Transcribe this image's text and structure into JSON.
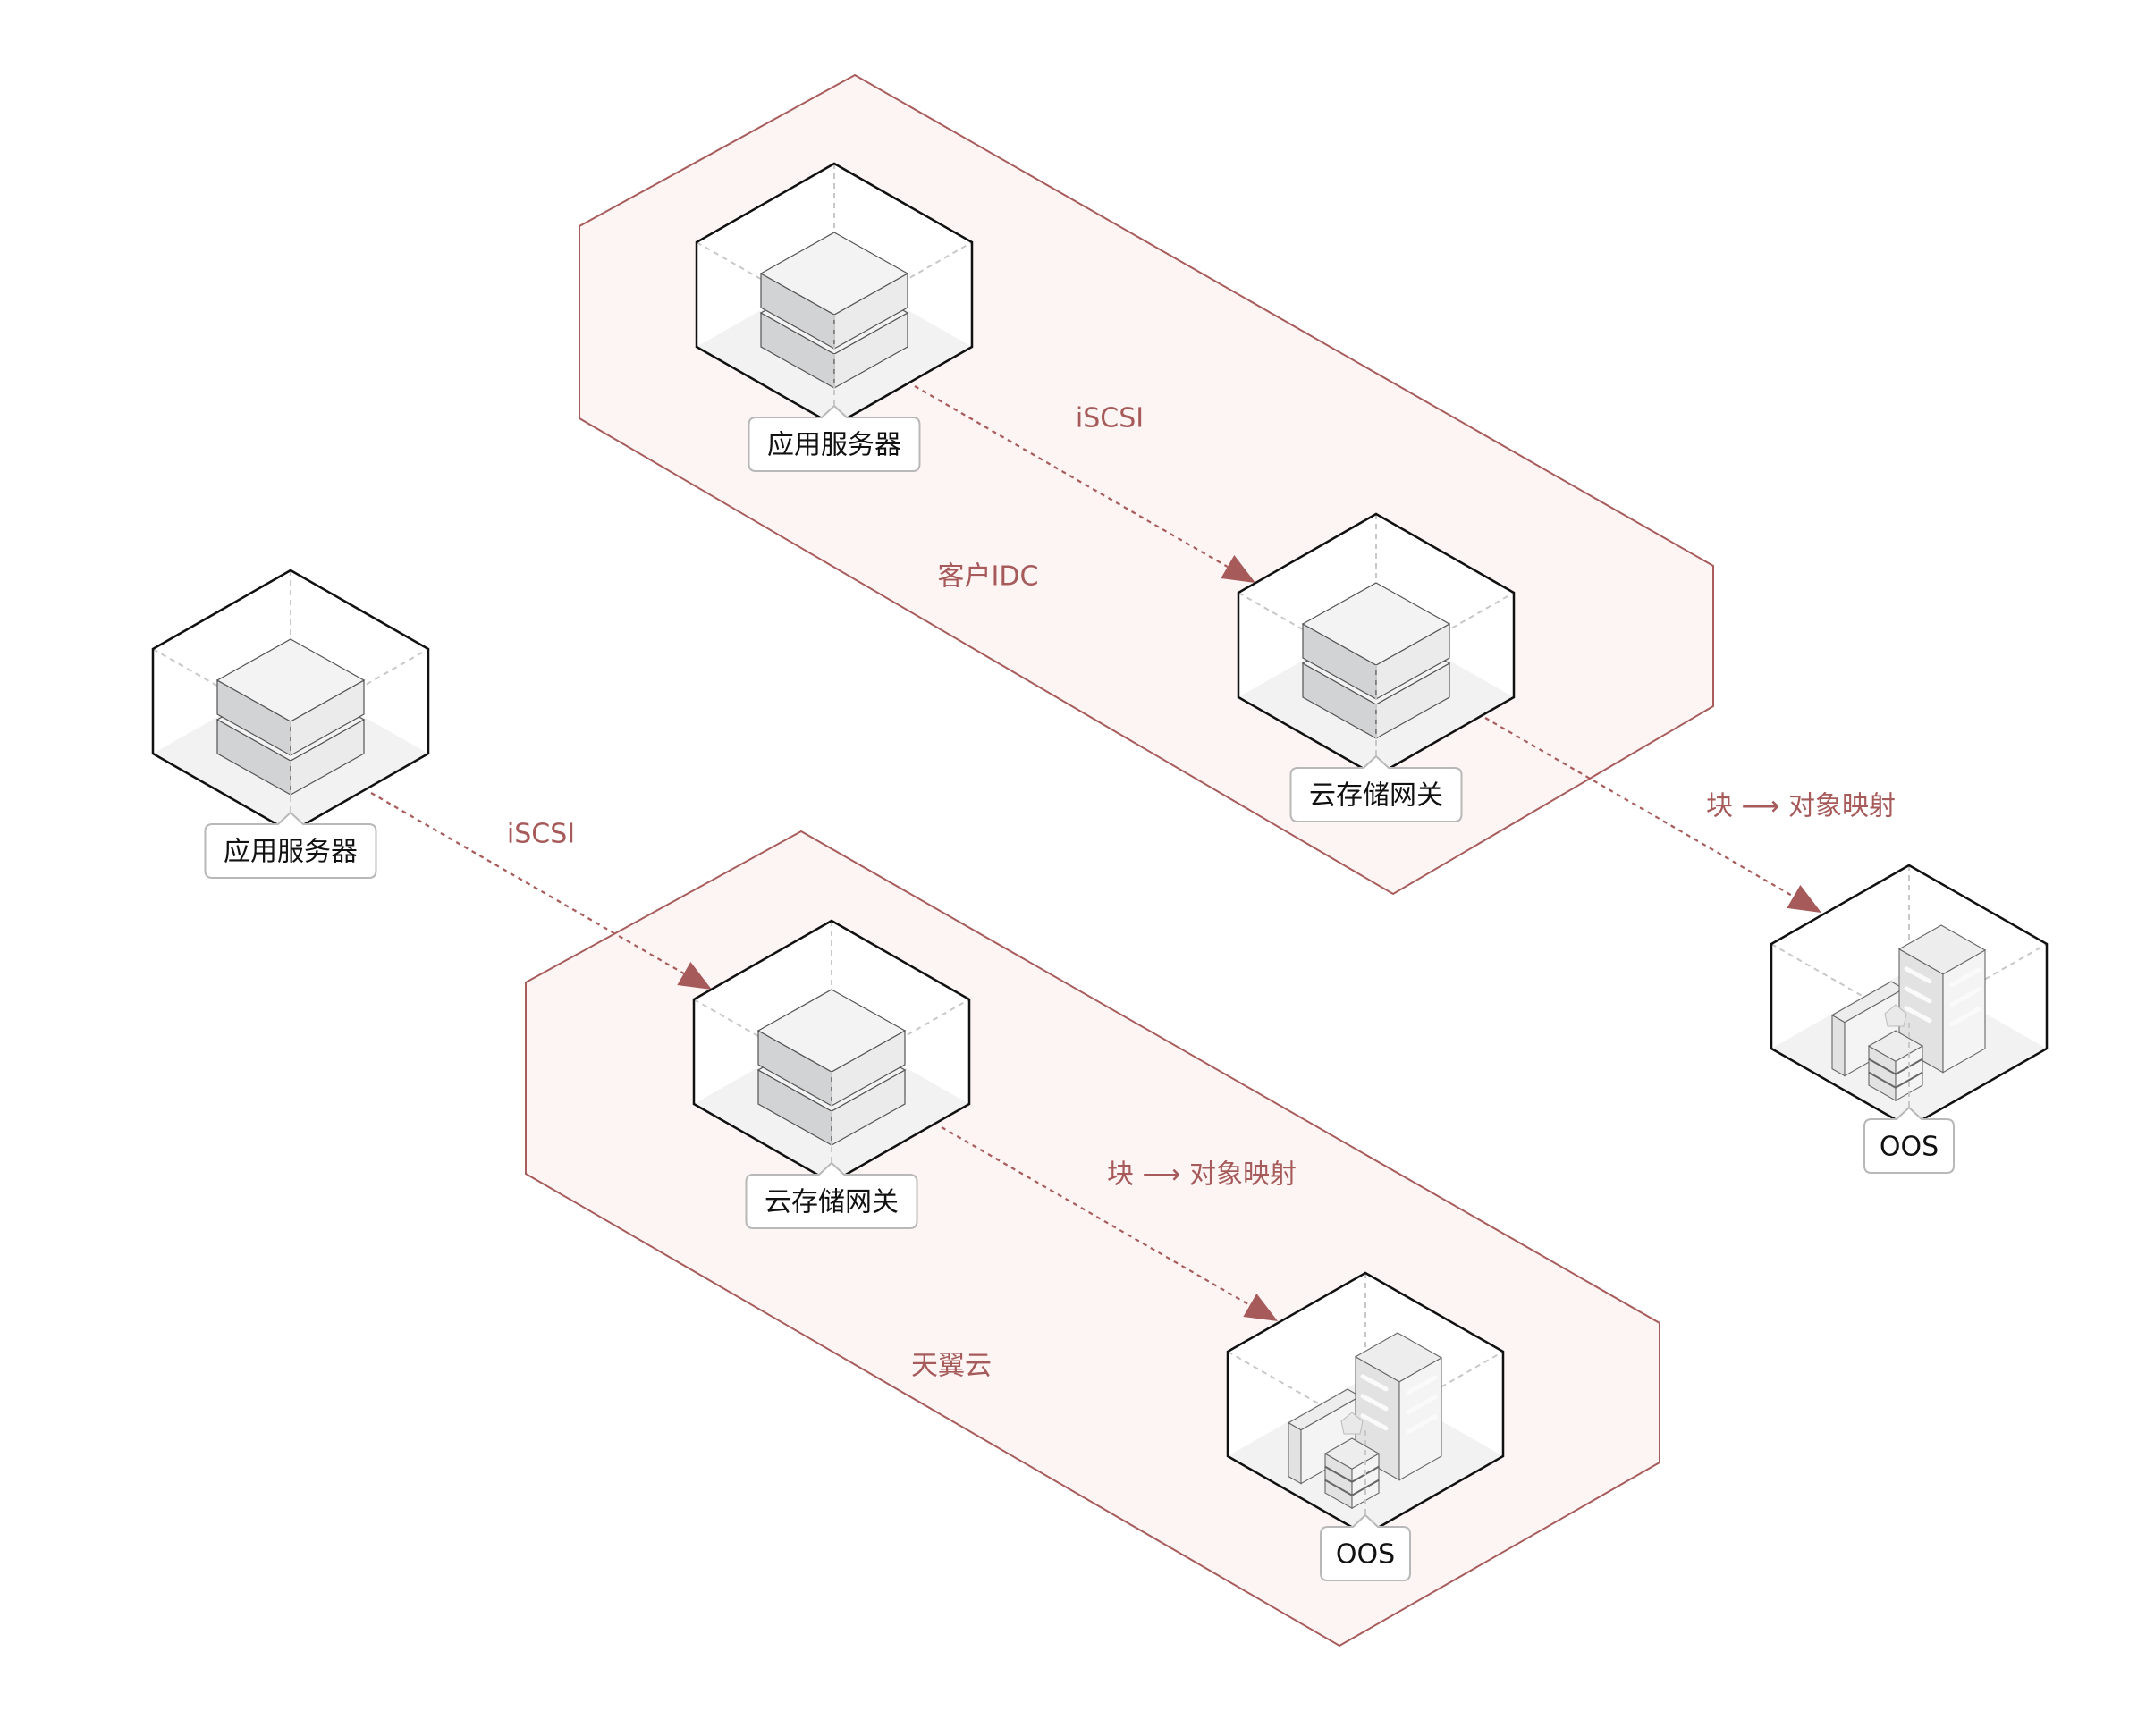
{
  "diagram": {
    "title": "",
    "accent_color": "#a65a5a",
    "zone_fill_color": "#fdf4f4",
    "zones": [
      {
        "id": "customer-idc",
        "label": "客户IDC"
      },
      {
        "id": "tianyi-cloud",
        "label": "天翼云"
      }
    ],
    "nodes": [
      {
        "id": "app-server-idc",
        "label": "应用服务器",
        "icon": "server-stack-icon",
        "zone": "customer-idc"
      },
      {
        "id": "gateway-idc",
        "label": "云存储网关",
        "icon": "server-stack-icon",
        "zone": "customer-idc"
      },
      {
        "id": "oos-right",
        "label": "OOS",
        "icon": "object-storage-building-icon",
        "zone": ""
      },
      {
        "id": "app-server-standalone",
        "label": "应用服务器",
        "icon": "server-stack-icon",
        "zone": ""
      },
      {
        "id": "gateway-cloud",
        "label": "云存储网关",
        "icon": "server-stack-icon",
        "zone": "tianyi-cloud"
      },
      {
        "id": "oos-cloud",
        "label": "OOS",
        "icon": "object-storage-building-icon",
        "zone": "tianyi-cloud"
      }
    ],
    "edges": [
      {
        "from": "app-server-idc",
        "to": "gateway-idc",
        "label": "iSCSI",
        "style": "dashed-arrow"
      },
      {
        "from": "gateway-idc",
        "to": "oos-right",
        "label": "块 ⟶ 对象映射",
        "style": "dashed-arrow"
      },
      {
        "from": "app-server-standalone",
        "to": "gateway-cloud",
        "label": "iSCSI",
        "style": "dashed-arrow"
      },
      {
        "from": "gateway-cloud",
        "to": "oos-cloud",
        "label": "块 ⟶ 对象映射",
        "style": "dashed-arrow"
      }
    ]
  }
}
